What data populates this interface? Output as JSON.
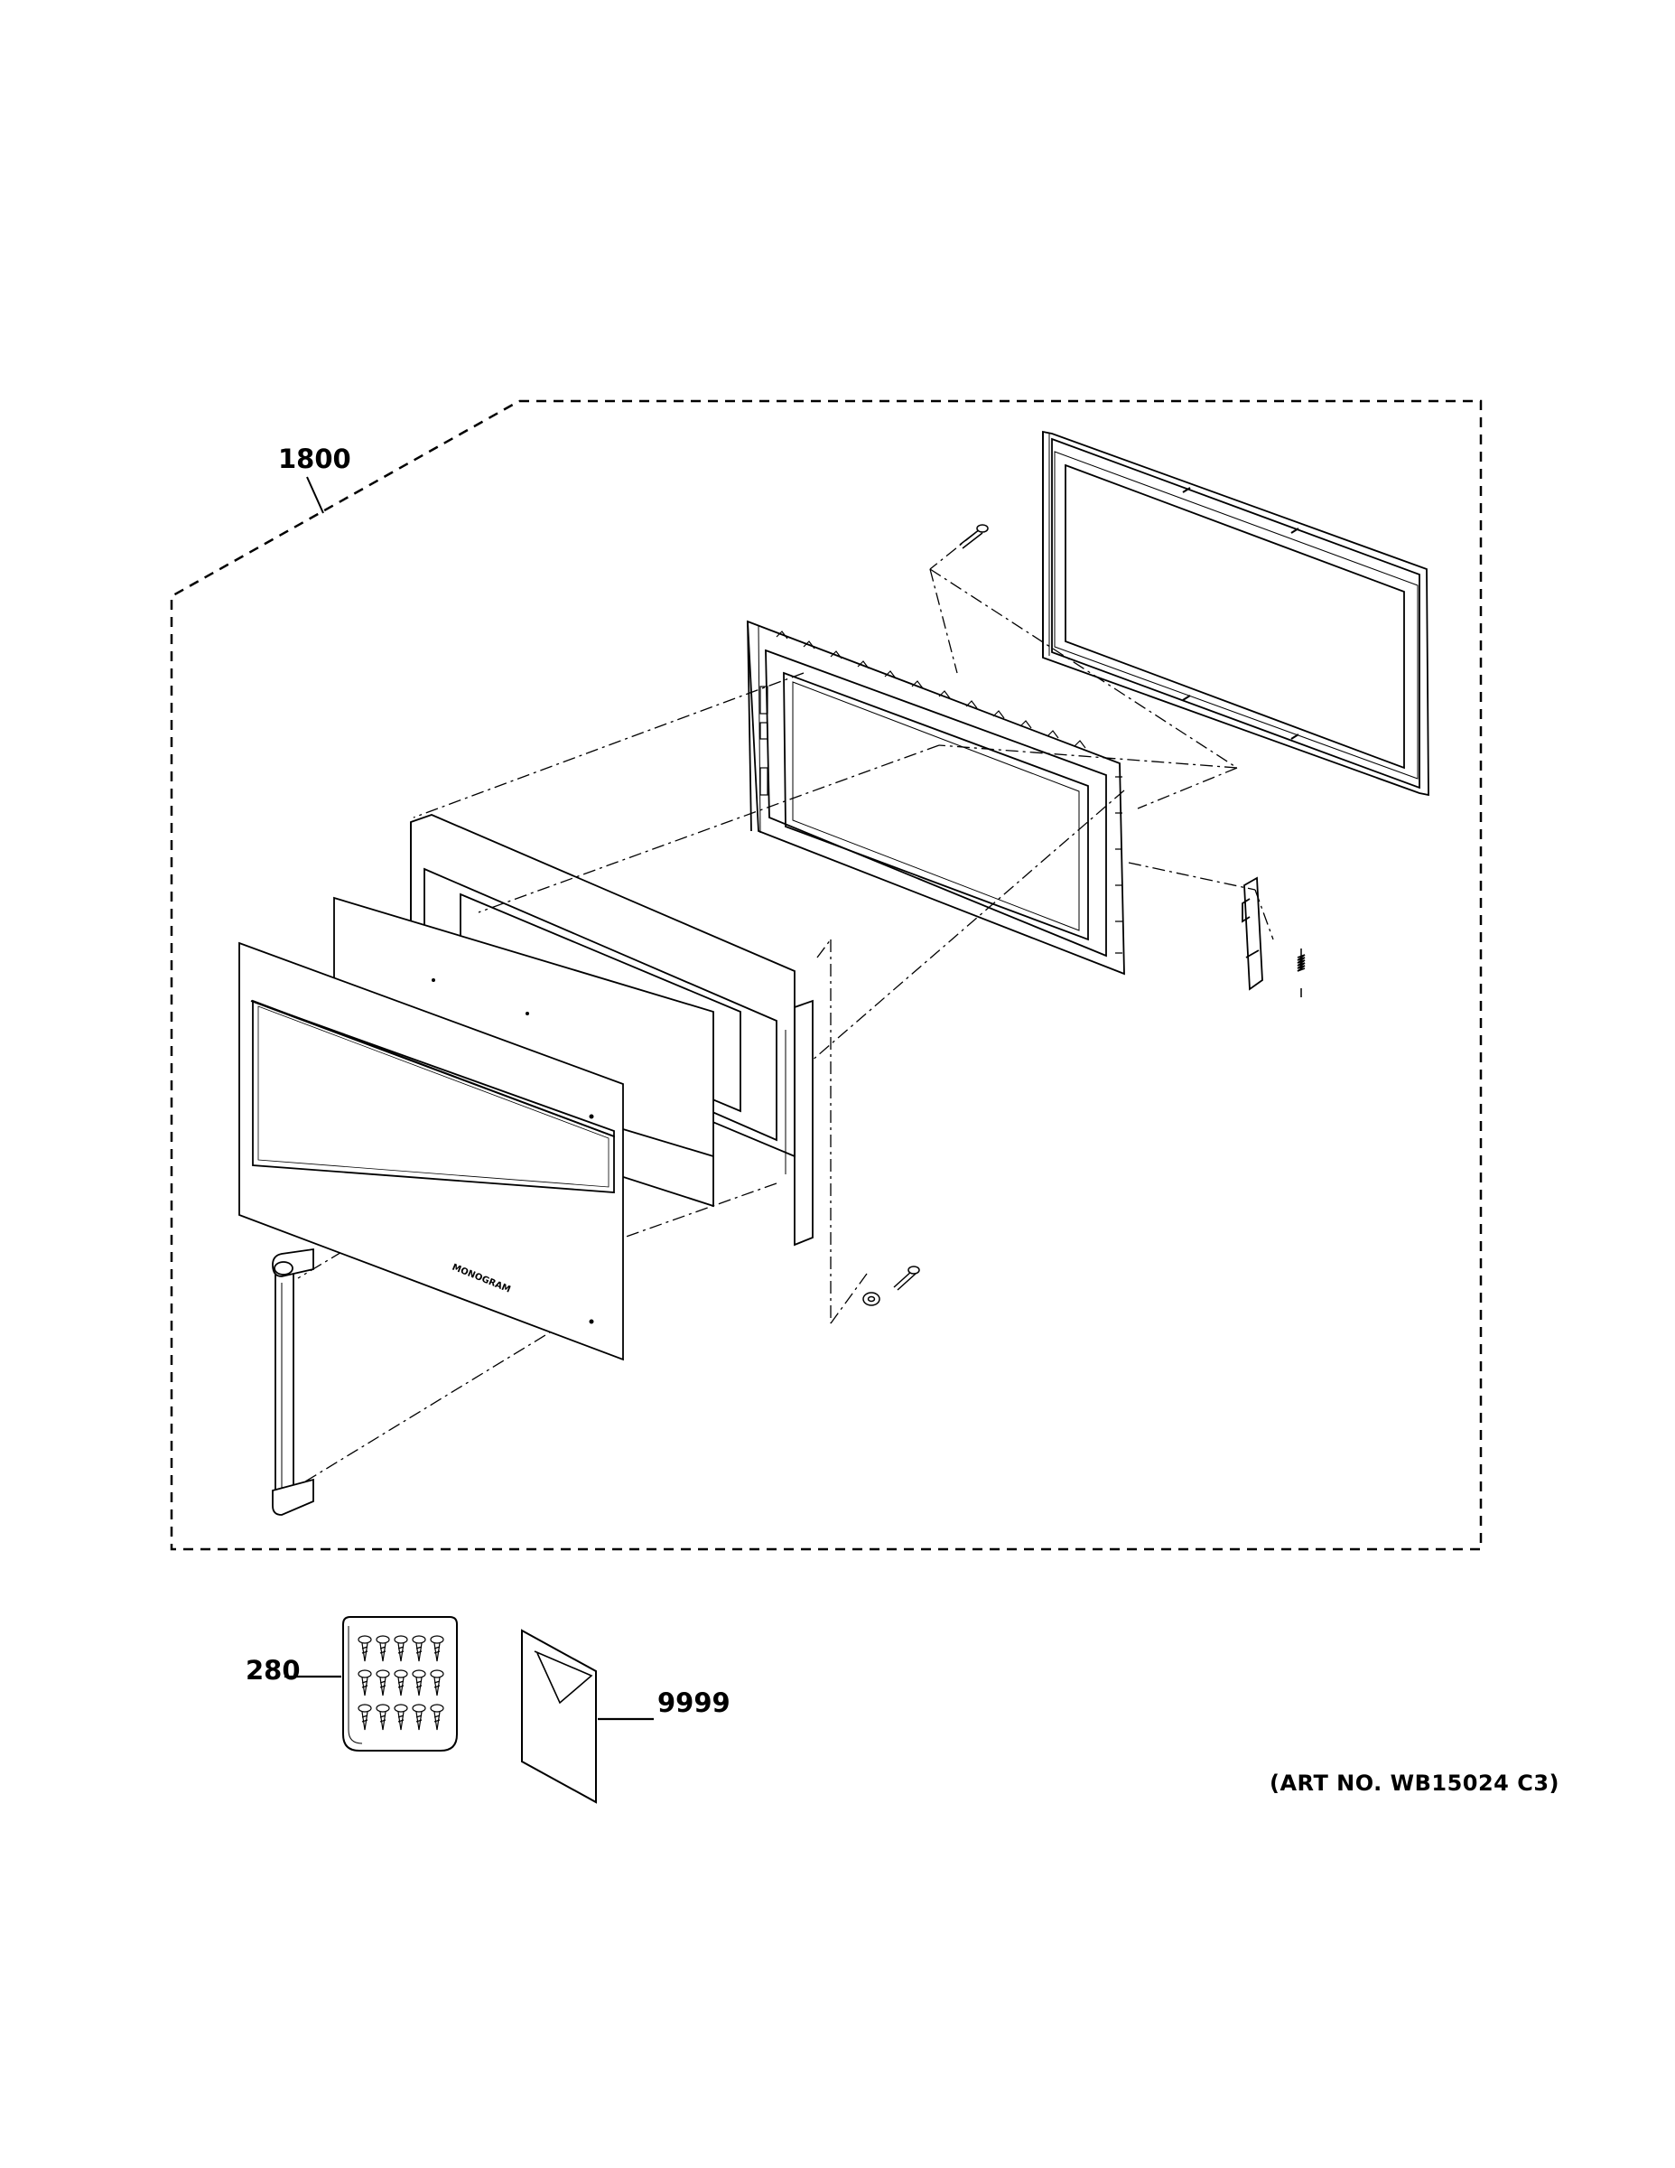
{
  "callouts": {
    "kit": "1800",
    "screws": "280",
    "literature": "9999"
  },
  "art_number": "(ART NO. WB15024 C3)",
  "brand_mark": "MONOGRAM"
}
